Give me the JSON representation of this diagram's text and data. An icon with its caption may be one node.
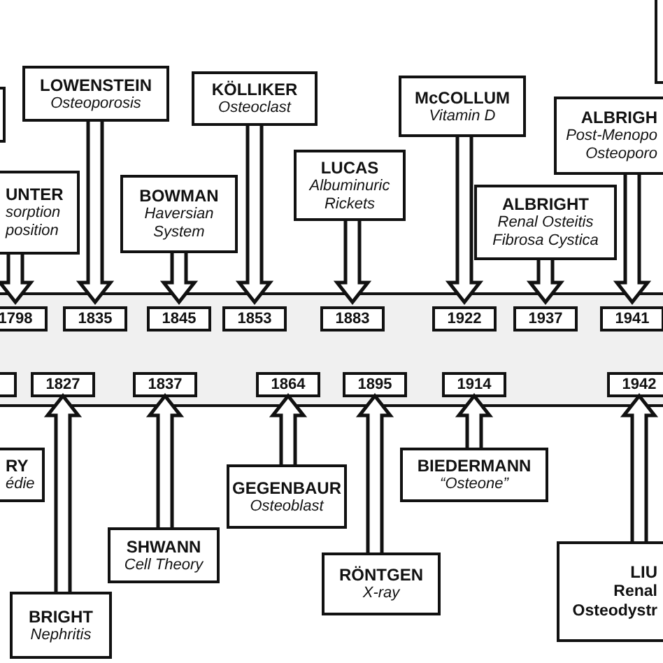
{
  "diagram": {
    "nodes": [
      {
        "text": [],
        "shape": "box"
      },
      {
        "text": [],
        "shape": "box"
      },
      {
        "text": [
          "LOWENSTEIN",
          "Osteoporosis"
        ]
      },
      {
        "text": [
          "KÖLLIKER",
          "Osteoclast"
        ]
      },
      {
        "text": [
          "McCOLLUM",
          "Vitamin D"
        ]
      },
      {
        "text": [
          "ALBRIGH",
          "Post-Menopo Osteoporo"
        ]
      },
      {
        "text": [
          "LUCAS",
          "Albuminuric Rickets"
        ]
      },
      {
        "text": [
          "UNTER",
          "sorption position"
        ]
      },
      {
        "text": [
          "BOWMAN",
          "Haversian System"
        ]
      },
      {
        "text": [
          "ALBRIGHT",
          "Renal Osteitis Fibrosa Cystica"
        ]
      },
      {
        "text": [],
        "shape": "bar"
      },
      {
        "text": [
          "1798"
        ],
        "in": 10
      },
      {
        "text": [
          "1835"
        ],
        "in": 10
      },
      {
        "text": [
          "1845"
        ],
        "in": 10
      },
      {
        "text": [
          "1853"
        ],
        "in": 10
      },
      {
        "text": [
          "1883"
        ],
        "in": 10
      },
      {
        "text": [
          "1922"
        ],
        "in": 10
      },
      {
        "text": [
          "1937"
        ],
        "in": 10
      },
      {
        "text": [
          "1941"
        ],
        "in": 10
      },
      {
        "text": [],
        "shape": "box",
        "in": 10
      },
      {
        "text": [
          "1827"
        ],
        "in": 10
      },
      {
        "text": [
          "1837"
        ],
        "in": 10
      },
      {
        "text": [
          "1864"
        ],
        "in": 10
      },
      {
        "text": [
          "1895"
        ],
        "in": 10
      },
      {
        "text": [
          "1914"
        ],
        "in": 10
      },
      {
        "text": [
          "1942"
        ],
        "in": 10
      },
      {
        "text": [
          "RY",
          "édie"
        ]
      },
      {
        "text": [
          "GEGENBAUR",
          "Osteoblast"
        ]
      },
      {
        "text": [
          "BIEDERMANN",
          "“Osteone”"
        ]
      },
      {
        "text": [
          "SHWANN",
          "Cell Theory"
        ]
      },
      {
        "text": [
          "RÖNTGEN",
          "X-ray"
        ]
      },
      {
        "text": [
          "LIU",
          "Renal Osteodystr"
        ]
      },
      {
        "text": [
          "BRIGHT",
          "Nephritis"
        ]
      }
    ],
    "edges": [
      {
        "from": 2,
        "to": 12,
        "arrow": "to"
      },
      {
        "from": 3,
        "to": 14,
        "arrow": "to"
      },
      {
        "from": 4,
        "to": 16,
        "arrow": "to"
      },
      {
        "from": 5,
        "to": 18,
        "arrow": "to"
      },
      {
        "from": 6,
        "to": 15,
        "arrow": "to"
      },
      {
        "from": 7,
        "to": 11,
        "arrow": "to"
      },
      {
        "from": 8,
        "to": 13,
        "arrow": "to"
      },
      {
        "from": 9,
        "to": 17,
        "arrow": "to"
      },
      {
        "from": 32,
        "to": 20,
        "arrow": "to"
      },
      {
        "from": 29,
        "to": 21,
        "arrow": "to"
      },
      {
        "from": 27,
        "to": 22,
        "arrow": "to"
      },
      {
        "from": 30,
        "to": 23,
        "arrow": "to"
      },
      {
        "from": 28,
        "to": 24,
        "arrow": "to"
      },
      {
        "from": 31,
        "to": 25,
        "arrow": "to"
      }
    ]
  }
}
